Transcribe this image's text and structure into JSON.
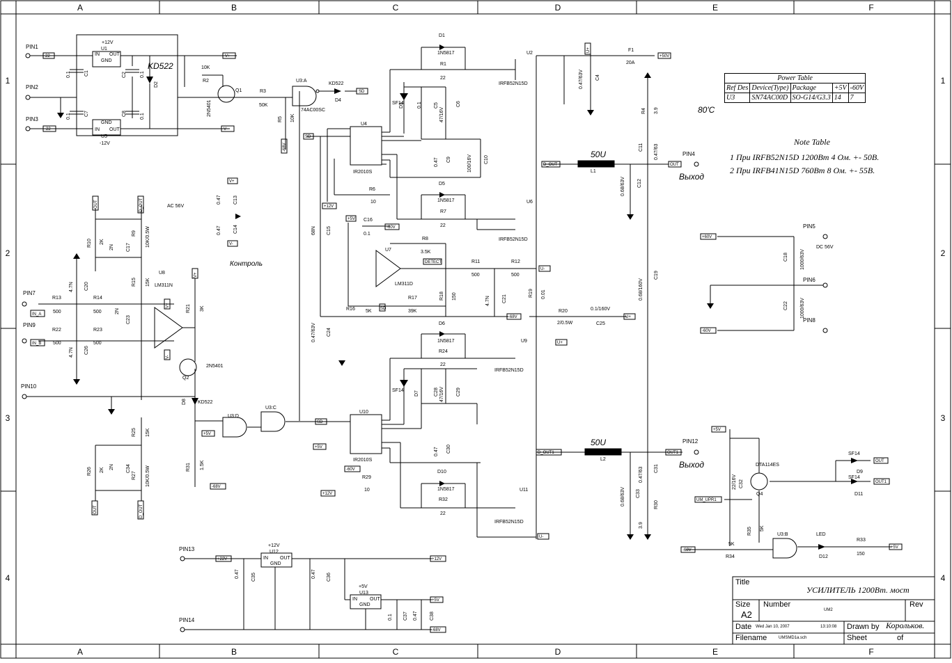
{
  "border": {
    "cols": [
      "A",
      "B",
      "C",
      "D",
      "E",
      "F"
    ],
    "rows": [
      "1",
      "2",
      "3",
      "4"
    ]
  },
  "pins": [
    "PIN1",
    "PIN2",
    "PIN3",
    "PIN4",
    "PIN5",
    "PIN6",
    "PIN7",
    "PIN8",
    "PIN9",
    "PIN10",
    "PIN12",
    "PIN13",
    "PIN14"
  ],
  "nets": {
    "p22": "22",
    "m22": "-22",
    "vplus": "V+",
    "vminus": "V-",
    "sd": "SD",
    "m68": "-68V",
    "out": "OUT",
    "dout": "D_OUT",
    "inA": "IN_A",
    "inB": "IN_B",
    "p5": "+5V",
    "p12": "+12V",
    "m60": "-60V",
    "detect": "DETECT",
    "uplus": "U+",
    "uminus": "U-",
    "out1": "OUT1",
    "dout1": "D_OUT1",
    "p60": "+60V",
    "p50": "+50V",
    "p22v": "+22V",
    "umupr": "UM_UPR1"
  },
  "components": {
    "U1": "U1",
    "U1v": "+12V",
    "U5": "U5",
    "U5v": "-12V",
    "gnd": "GND",
    "in": "IN",
    "outp": "OUT",
    "C1": "C1",
    "C2": "C2",
    "C7": "C7",
    "C8": "C8",
    "c01": "0.1",
    "D2": "D2",
    "KD522": "KD522",
    "KD522b": "KD522",
    "R2": "R2",
    "R2v": "10K",
    "Q1": "Q1",
    "q1t": "2N5401",
    "R3": "R3",
    "R3v": "50K",
    "R5": "R5",
    "R5v": "10K",
    "U3A": "U3:A",
    "u3at": "74AC00SC",
    "D4": "D4",
    "D1": "D1",
    "d1t": "1N5817",
    "R1": "R1",
    "R1v": "22",
    "U2": "U2",
    "U2t": "IRFB52N15D",
    "F1": "F1",
    "F1v": "20A",
    "C4": "C4",
    "C4v": "0.47/63V",
    "U4": "U4",
    "U4t": "IR2010S",
    "C5": "C5",
    "C5v": "47/16V",
    "C6": "C6",
    "D3": "D3",
    "sf14": "SF14",
    "C9": "C9",
    "C9v": "0.47",
    "C10": "C10",
    "C10v": "100/16V",
    "R6": "R6",
    "R6v": "10",
    "D5": "D5",
    "R7": "R7",
    "R7v": "22",
    "U6": "U6",
    "U6t": "IRFB52N15D",
    "R4": "R4",
    "R4v": "3.9",
    "C11": "C11",
    "C11v": "0.47/63",
    "L1": "L1",
    "L1v": "50U",
    "C12": "C12",
    "C12v": "0.68/63V",
    "temp": "80'C",
    "C13": "C13",
    "C14": "C14",
    "c047": "0.47",
    "kontrol": "Контроль",
    "acv": "AC 56V",
    "R10": "R10",
    "R10v": "2K",
    "C17": "C17",
    "c2n": "2N",
    "R9": "R9",
    "R9v": "10K/0.5W",
    "U8": "U8",
    "U8t": "LM311N",
    "R15": "R15",
    "R15v": "15K",
    "C20": "C20",
    "c47n": "4.7N",
    "R13": "R13",
    "r500": "500",
    "R14": "R14",
    "C23": "C23",
    "R21": "R21",
    "R21v": "3K",
    "R22": "R22",
    "R23": "R23",
    "C26": "C26",
    "Q2": "Q2",
    "q2t": "2N5401",
    "D8": "D8",
    "C15": "C15",
    "C15v": "68N",
    "C16": "C16",
    "C16v": "0.1",
    "R8": "R8",
    "R8v": "3.5K",
    "U7": "U7",
    "U7t": "LM311D",
    "R11": "R11",
    "R12": "R12",
    "R19": "R19",
    "R19v": "0.01",
    "C21": "C21",
    "R16": "R16",
    "R16v": "5K",
    "R17": "R17",
    "R17v": "39K",
    "R18": "R18",
    "R18v": "150",
    "R20": "R20",
    "R20v": "2/0.5W",
    "C25": "C25",
    "C25v": "0.1/160V",
    "C19": "C19",
    "C19v": "0.68/160V",
    "C24": "C24",
    "C24v": "0.47/63V",
    "D6": "D6",
    "R24": "R24",
    "U9": "U9",
    "U9t": "IRFB52N15D",
    "C28": "C28",
    "C29": "C29",
    "D7": "D7",
    "U3D": "U3:D",
    "U3C": "U3:C",
    "U10": "U10",
    "U10t": "IR2010S",
    "C30": "C30",
    "R29": "R29",
    "R29v": "10",
    "D10": "D10",
    "R32": "R32",
    "U11": "U11",
    "U11t": "IRFB52N15D",
    "L2": "L2",
    "L2v": "50U",
    "C31": "C31",
    "C31v": "0.47/63",
    "C33": "C33",
    "C33v": "0.68/63V",
    "R30": "R30",
    "R30v": "3.9",
    "R25": "R25",
    "R25v": "15K",
    "R26": "R26",
    "R26v": "2K",
    "C34": "C34",
    "R27": "R27",
    "R27v": "10K/0.5W",
    "R31": "R31",
    "R31v": "1.5K",
    "C18": "C18",
    "C18v": "1000/63V",
    "C22": "C22",
    "C22v": "1000/63V",
    "dcv": "DC 56V",
    "C32": "C32",
    "C32v": "22/16V",
    "Q4": "Q4",
    "q4t": "DTA114ES",
    "D9": "D9",
    "D11": "D11",
    "R35": "R35",
    "R35v": "5K",
    "R34": "R34",
    "R34v": "5K",
    "U3B": "U3:B",
    "LED": "LED",
    "D12": "D12",
    "R33": "R33",
    "R33v": "150",
    "U12": "U12",
    "U12v": "+12V",
    "C35": "C35",
    "C36": "C36",
    "U13": "U13",
    "U13v": "+5V",
    "C37": "C37",
    "C38": "C38",
    "vyhod": "Выход"
  },
  "power_table": {
    "title": "Power Table",
    "headers": [
      "Ref Des",
      "Device(Type)",
      "Package",
      "+5V",
      "-60V"
    ],
    "row": [
      "U3",
      "SN74AC00D",
      "SO-G14/G3.3",
      "14",
      "7"
    ]
  },
  "note_table": {
    "title": "Note Table",
    "line1": "1   При IRFB52N15D 1200Вт 4 Ом. +- 50В.",
    "line2": "2   При IRFB41N15D 760Вт 8 Ом. +- 55В."
  },
  "title_block": {
    "title_label": "Title",
    "title": "УСИЛИТЕЛЬ 1200Вт. мост",
    "size_label": "Size",
    "size": "A2",
    "number_label": "Number",
    "number": "UM2",
    "rev_label": "Rev",
    "date_label": "Date",
    "date": "Wed Jan 10, 2007",
    "time": "13:10:08",
    "drawn_label": "Drawn by",
    "drawn": "Корольков.",
    "file_label": "Filename",
    "file": "UMSMD1a.sch",
    "sheet_label": "Sheet",
    "of_label": "of"
  }
}
